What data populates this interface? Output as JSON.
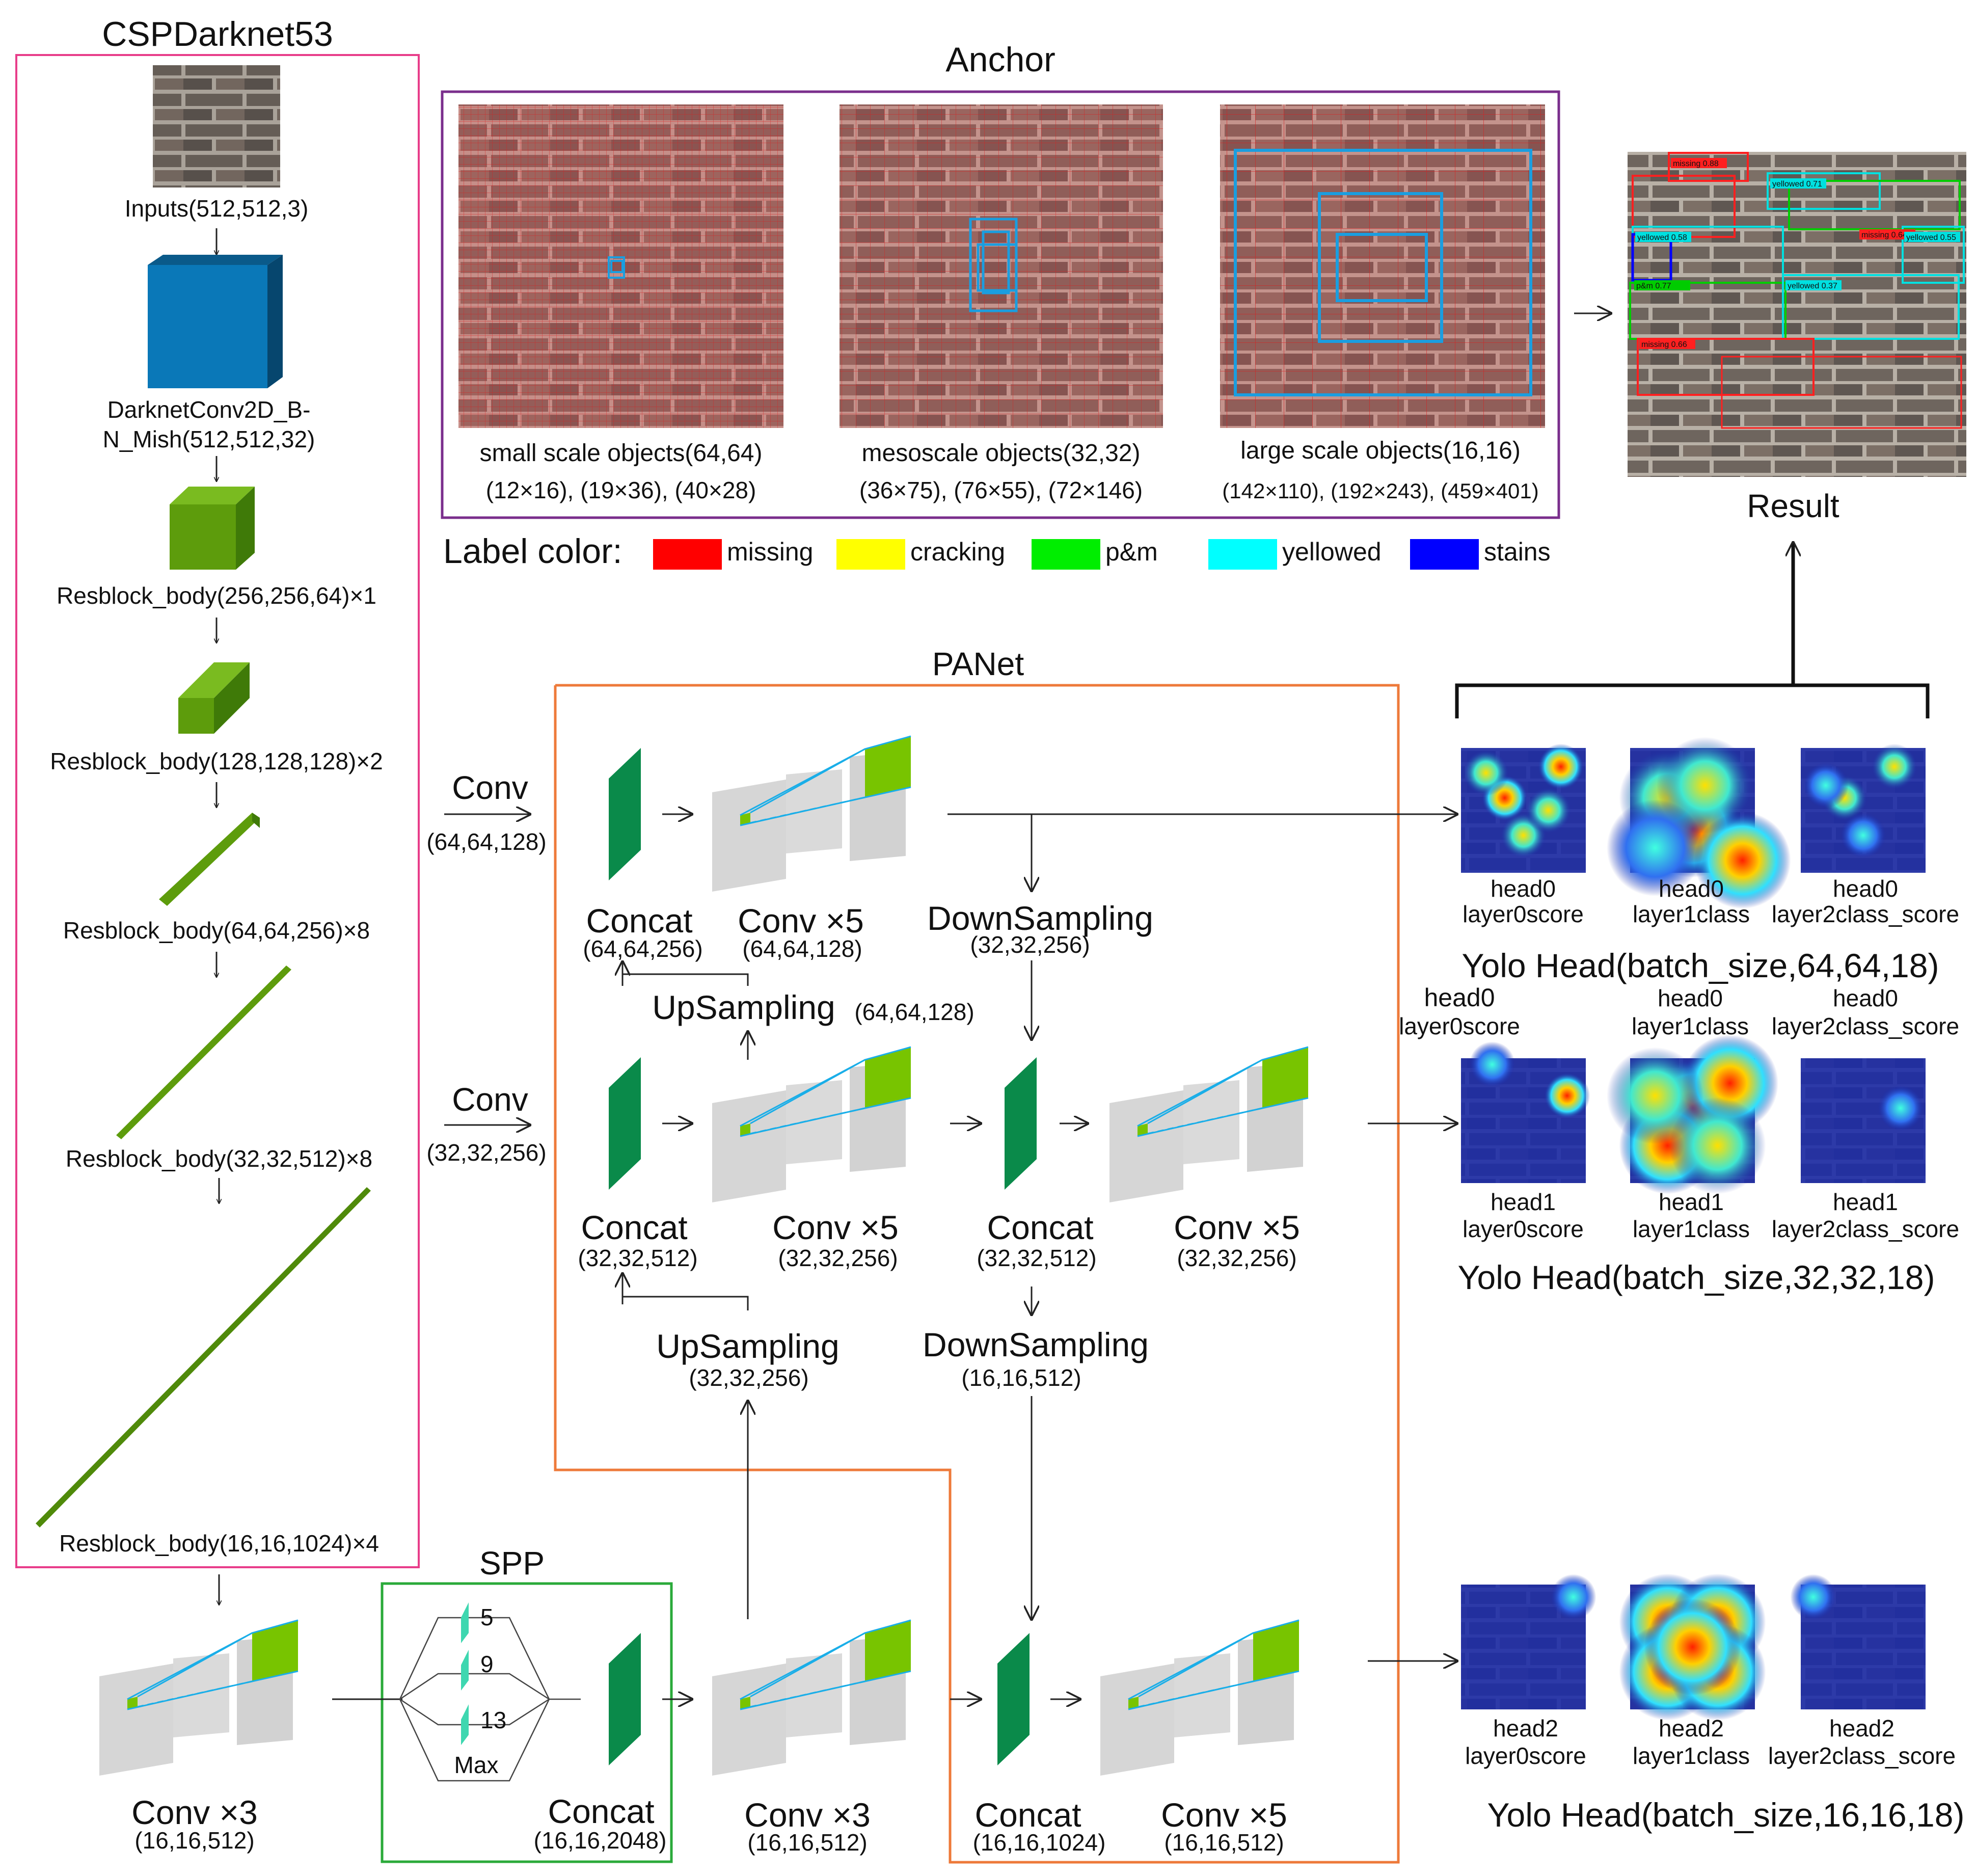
{
  "backbone": {
    "title": "CSPDarknet53",
    "input": "Inputs(512,512,3)",
    "conv_line1": "DarknetConv2D_B-",
    "conv_line2": "N_Mish(512,512,32)",
    "res1": "Resblock_body(256,256,64)×1",
    "res2": "Resblock_body(128,128,128)×2",
    "res3": "Resblock_body(64,64,256)×8",
    "res4": "Resblock_body(32,32,512)×8",
    "res5": "Resblock_body(16,16,1024)×4"
  },
  "anchor": {
    "title": "Anchor",
    "small_name": "small scale objects(64,64)",
    "small_sizes": "(12×16), (19×36), (40×28)",
    "meso_name": "mesoscale objects(32,32)",
    "meso_sizes": "(36×75), (76×55), (72×146)",
    "large_name": "large scale objects(16,16)",
    "large_sizes": "(142×110), (192×243), (459×401)"
  },
  "legend": {
    "title": "Label color:",
    "items": [
      {
        "label": "missing",
        "color": "#ff0000"
      },
      {
        "label": "cracking",
        "color": "#ffff00"
      },
      {
        "label": "p&m",
        "color": "#00ee00"
      },
      {
        "label": "yellowed",
        "color": "#00ffff"
      },
      {
        "label": "stains",
        "color": "#0000ff"
      }
    ]
  },
  "result": {
    "title": "Result",
    "tags": [
      "missing 0.88",
      "yellowed 0.71",
      "yellowed 0.58",
      "missing 0.64",
      "yellowed 0.55",
      "p&m 0.77",
      "yellowed 0.37",
      "missing 0.66"
    ]
  },
  "panet": {
    "title": "PANet",
    "conv": "Conv",
    "conv1_dims": "(64,64,128)",
    "conv2_dims": "(32,32,256)",
    "r1_concat": "Concat",
    "r1_concat_dims": "(64,64,256)",
    "r1_conv5": "Conv ×5",
    "r1_conv5_dims": "(64,64,128)",
    "r1_down": "DownSampling",
    "r1_down_dims": "(32,32,256)",
    "up1": "UpSampling",
    "up1_dims": "(64,64,128)",
    "r2_concat": "Concat",
    "r2_concat_dims": "(32,32,512)",
    "r2_conv5": "Conv ×5",
    "r2_conv5_dims": "(32,32,256)",
    "r2_concat_b": "Concat",
    "r2_concat_b_dims": "(32,32,512)",
    "r2_conv5_b": "Conv ×5",
    "r2_conv5_b_dims": "(32,32,256)",
    "up2": "UpSampling",
    "up2_dims": "(32,32,256)",
    "down2": "DownSampling",
    "down2_dims": "(16,16,512)"
  },
  "bottom": {
    "conv3_a": "Conv ×3",
    "conv3_a_dims": "(16,16,512)",
    "spp_title": "SPP",
    "spp_k1": "5",
    "spp_k2": "9",
    "spp_k3": "13",
    "spp_max": "Max",
    "spp_concat": "Concat",
    "spp_concat_dims": "(16,16,2048)",
    "conv3_b": "Conv ×3",
    "conv3_b_dims": "(16,16,512)",
    "concat_c": "Concat",
    "concat_c_dims": "(16,16,1024)",
    "conv5_c": "Conv ×5",
    "conv5_c_dims": "(16,16,512)"
  },
  "heads": {
    "h0_l0": "head0",
    "h0_l0b": "layer0score",
    "h0_l1": "head0",
    "h0_l1b": "layer1class",
    "h0_l2": "head0",
    "h0_l2b": "layer2class_score",
    "h0_title": "Yolo Head(batch_size,64,64,18)",
    "h1_l0": "head1",
    "h1_l0b": "layer0score",
    "h1_l1": "head1",
    "h1_l1b": "layer1class",
    "h1_l2": "head1",
    "h1_l2b": "layer2class_score",
    "h1_title": "Yolo Head(batch_size,32,32,18)",
    "h2_l0": "head2",
    "h2_l0b": "layer0score",
    "h2_l1": "head2",
    "h2_l1b": "layer1class",
    "h2_l2": "head2",
    "h2_l2b": "layer2class_score",
    "h2_title": "Yolo Head(batch_size,16,16,18)"
  },
  "colors": {
    "backbone_frame": "#e83d8a",
    "anchor_frame": "#7a2e8c",
    "panet_frame": "#ee7a3a",
    "spp_frame": "#2aaa3a",
    "cube_blue": "#0a78b8",
    "cube_green": "#5d9c0c",
    "concat_green": "#0a8a4a",
    "grid_red": "#d82020",
    "anchor_box": "#1a9ee0",
    "heatmap_bg": "#1a2aa8"
  }
}
